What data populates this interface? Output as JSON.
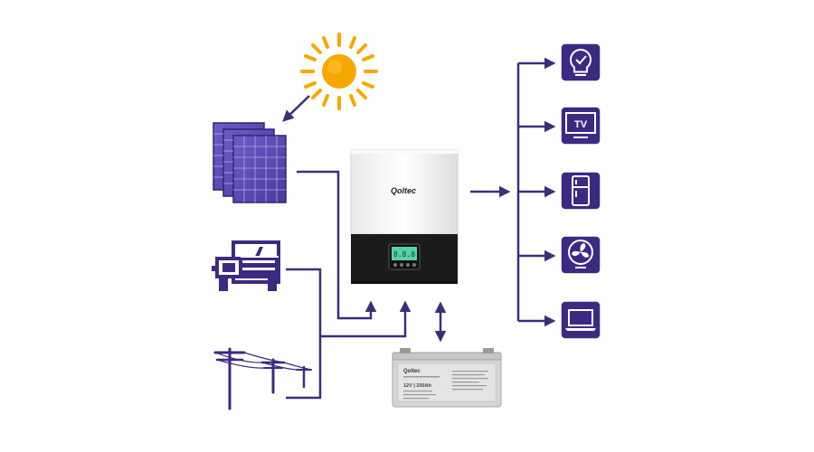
{
  "colors": {
    "line": "#3b2f7a",
    "icon_bg": "#3c2a82",
    "icon_fg": "#ffffff",
    "panel": "#5b4bb0",
    "sun": "#f6a800",
    "inverter_body": "#f2f2f2",
    "inverter_front": "#1b1b1b",
    "lcd": "#56d3a6",
    "battery": "#d8d8d8"
  },
  "inverter": {
    "brand": "Qoltec",
    "lcd_text": "8.8.8"
  },
  "battery": {
    "brand": "Qoltec",
    "model": "12V | 200Ah"
  },
  "loads": [
    {
      "icon": "lightbulb-icon"
    },
    {
      "icon": "tv-icon",
      "label": "TV"
    },
    {
      "icon": "fridge-icon"
    },
    {
      "icon": "fan-icon"
    },
    {
      "icon": "laptop-icon"
    }
  ],
  "sources": [
    {
      "icon": "sun-icon"
    },
    {
      "icon": "solar-panel-icon"
    },
    {
      "icon": "generator-icon"
    },
    {
      "icon": "power-grid-icon"
    }
  ]
}
